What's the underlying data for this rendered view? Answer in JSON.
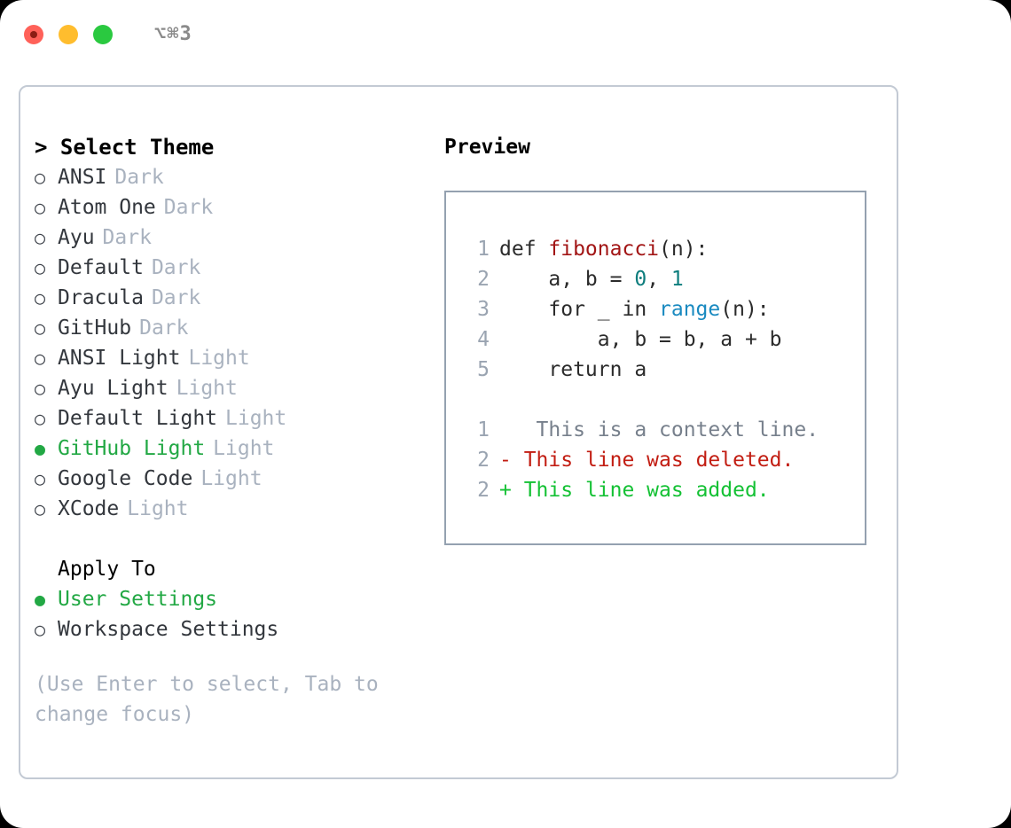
{
  "window": {
    "title": "⌥⌘3",
    "traffic_lights": [
      "close-red",
      "minimize-yellow",
      "maximize-green"
    ]
  },
  "theme_picker": {
    "header": "> Select Theme",
    "options": [
      {
        "bullet": "○",
        "label": "ANSI",
        "badge": "Dark",
        "selected": false
      },
      {
        "bullet": "○",
        "label": "Atom One",
        "badge": "Dark",
        "selected": false
      },
      {
        "bullet": "○",
        "label": "Ayu",
        "badge": "Dark",
        "selected": false
      },
      {
        "bullet": "○",
        "label": "Default",
        "badge": "Dark",
        "selected": false
      },
      {
        "bullet": "○",
        "label": "Dracula",
        "badge": "Dark",
        "selected": false
      },
      {
        "bullet": "○",
        "label": "GitHub",
        "badge": "Dark",
        "selected": false
      },
      {
        "bullet": "○",
        "label": "ANSI Light",
        "badge": "Light",
        "selected": false
      },
      {
        "bullet": "○",
        "label": "Ayu Light",
        "badge": "Light",
        "selected": false
      },
      {
        "bullet": "○",
        "label": "Default Light",
        "badge": "Light",
        "selected": false
      },
      {
        "bullet": "●",
        "label": "GitHub Light",
        "badge": "Light",
        "selected": true
      },
      {
        "bullet": "○",
        "label": "Google Code",
        "badge": "Light",
        "selected": false
      },
      {
        "bullet": "○",
        "label": "XCode",
        "badge": "Light",
        "selected": false
      }
    ]
  },
  "apply_to": {
    "header": "Apply To",
    "options": [
      {
        "bullet": "●",
        "label": "User Settings",
        "selected": true
      },
      {
        "bullet": "○",
        "label": "Workspace Settings",
        "selected": false
      }
    ]
  },
  "hint": "(Use Enter to select, Tab to change focus)",
  "preview": {
    "header": "Preview",
    "code_lines": [
      {
        "num": "1",
        "parts": [
          {
            "t": "def ",
            "c": "plain"
          },
          {
            "t": "fibonacci",
            "c": "fn"
          },
          {
            "t": "(n):",
            "c": "plain"
          }
        ]
      },
      {
        "num": "2",
        "parts": [
          {
            "t": "    a, b = ",
            "c": "plain"
          },
          {
            "t": "0",
            "c": "num"
          },
          {
            "t": ", ",
            "c": "plain"
          },
          {
            "t": "1",
            "c": "num"
          }
        ]
      },
      {
        "num": "3",
        "parts": [
          {
            "t": "    for _ in ",
            "c": "plain"
          },
          {
            "t": "range",
            "c": "call"
          },
          {
            "t": "(n):",
            "c": "plain"
          }
        ]
      },
      {
        "num": "4",
        "parts": [
          {
            "t": "        a, b = b, a + b",
            "c": "plain"
          }
        ]
      },
      {
        "num": "5",
        "parts": [
          {
            "t": "    return a",
            "c": "plain"
          }
        ]
      }
    ],
    "diff_lines": [
      {
        "num": "1",
        "marker": " ",
        "text": "  This is a context line.",
        "kind": "ctx"
      },
      {
        "num": "2",
        "marker": "-",
        "text": " This line was deleted.",
        "kind": "del"
      },
      {
        "num": "2",
        "marker": "+",
        "text": " This line was added.",
        "kind": "add"
      }
    ]
  },
  "colors": {
    "selected_green": "#22a844",
    "diff_add": "#14c134",
    "diff_del": "#c21d12",
    "badge_gray": "#a9b2bf",
    "fn_red": "#a21515",
    "num_teal": "#0d7d7d",
    "call_blue": "#1a8ac0"
  }
}
